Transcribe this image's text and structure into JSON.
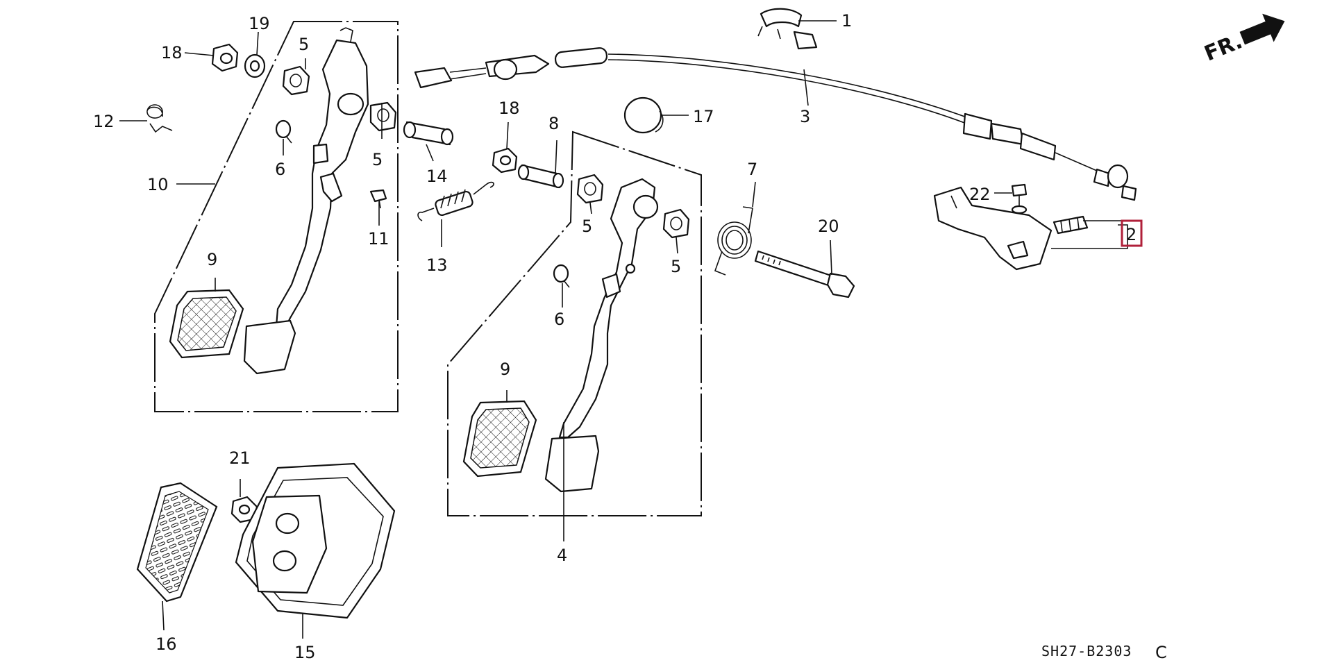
{
  "diagram": {
    "callouts": {
      "c1": "1",
      "c2": "2",
      "c3": "3",
      "c4": "4",
      "c5a": "5",
      "c5b": "5",
      "c5c": "5",
      "c5d": "5",
      "c6a": "6",
      "c6b": "6",
      "c7": "7",
      "c8": "8",
      "c9a": "9",
      "c9b": "9",
      "c10": "10",
      "c11": "11",
      "c12": "12",
      "c13": "13",
      "c14": "14",
      "c15": "15",
      "c16": "16",
      "c17": "17",
      "c18a": "18",
      "c18b": "18",
      "c19": "19",
      "c20": "20",
      "c21": "21",
      "c22": "22"
    },
    "front_label": "FR.",
    "diagram_code": "SH27-B2303",
    "diagram_suffix": "C",
    "highlight_color": "#b0203a"
  }
}
